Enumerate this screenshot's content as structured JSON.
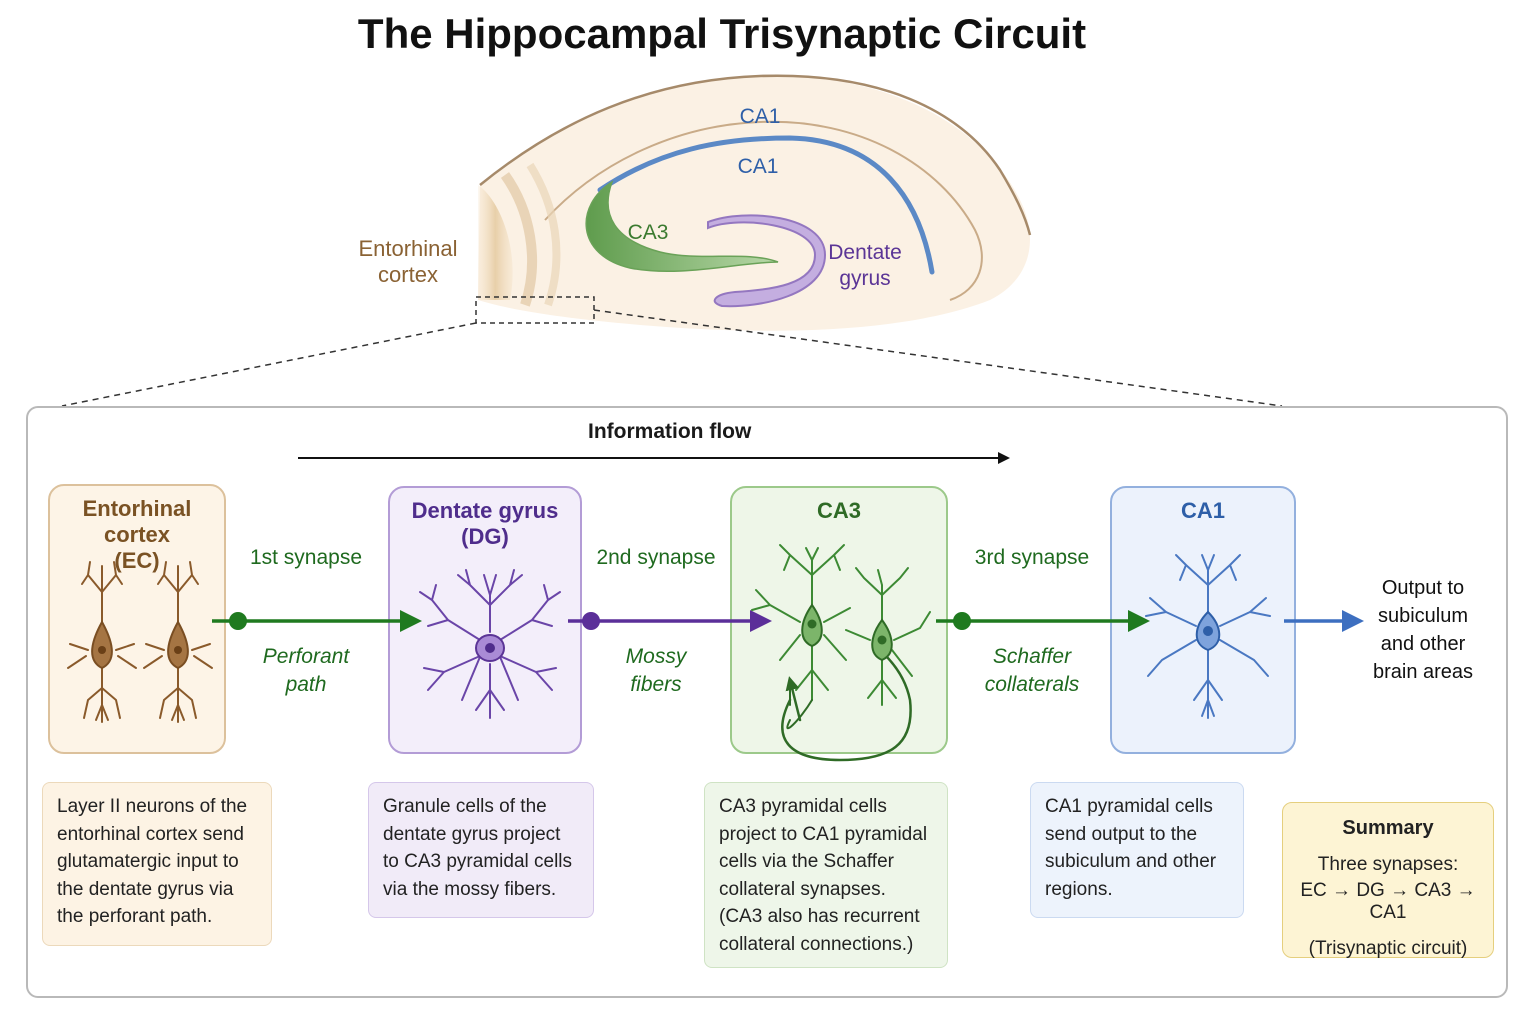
{
  "title": "The Hippocampal Trisynaptic Circuit",
  "anatomy": {
    "entorhinal_label": [
      "Entorhinal",
      "cortex"
    ],
    "ca1_outer_label": "CA1",
    "ca1_inner_label": "CA1",
    "ca3_label": "CA3",
    "dg_label": [
      "Dentate",
      "gyrus"
    ]
  },
  "flow_label": "Information flow",
  "stages": [
    {
      "id": "ec",
      "title": [
        "Entorhinal",
        "cortex",
        "(EC)"
      ],
      "color": "#7a5224",
      "fill": "#fdf4e7",
      "border": "#dcc19c"
    },
    {
      "id": "dg",
      "title": [
        "Dentate gyrus",
        "(DG)"
      ],
      "color": "#4f2d8c",
      "fill": "#f3eefa",
      "border": "#b39cd6"
    },
    {
      "id": "ca3",
      "title": [
        "CA3"
      ],
      "color": "#2f6b26",
      "fill": "#eef6e8",
      "border": "#9cc98a"
    },
    {
      "id": "ca1",
      "title": [
        "CA1"
      ],
      "color": "#2e5fa8",
      "fill": "#ecf2fc",
      "border": "#93b0de"
    }
  ],
  "connections": [
    {
      "synapse": "1st synapse",
      "path": [
        "Perforant",
        "path"
      ],
      "color": "#1f6a1f"
    },
    {
      "synapse": "2nd synapse",
      "path": [
        "Mossy",
        "fibers"
      ],
      "color": "#5b2f99"
    },
    {
      "synapse": "3rd synapse",
      "path": [
        "Schaffer",
        "collaterals"
      ],
      "color": "#1f6a1f"
    }
  ],
  "output": [
    "Output to",
    "subiculum",
    "and other",
    "brain areas"
  ],
  "descriptions": [
    {
      "lines": [
        "Layer II neurons of the",
        "entorhinal cortex send",
        "glutamatergic input to",
        "the dentate gyrus via",
        "the perforant path."
      ]
    },
    {
      "lines": [
        "Granule cells of the",
        "dentate gyrus project",
        "to CA3 pyramidal cells",
        "via the mossy fibers."
      ]
    },
    {
      "lines": [
        "CA3 pyramidal cells",
        "project to CA1 pyramidal",
        "cells via the Schaffer",
        "collateral synapses.",
        "(CA3 also has recurrent",
        "collateral connections.)"
      ]
    },
    {
      "lines": [
        "CA1 pyramidal cells",
        "send output to the",
        "subiculum and other",
        "regions."
      ]
    }
  ],
  "summary": {
    "title": "Summary",
    "line1": "Three synapses:",
    "line2": "EC → DG → CA3 → CA1",
    "line3": "(Trisynaptic circuit)"
  }
}
